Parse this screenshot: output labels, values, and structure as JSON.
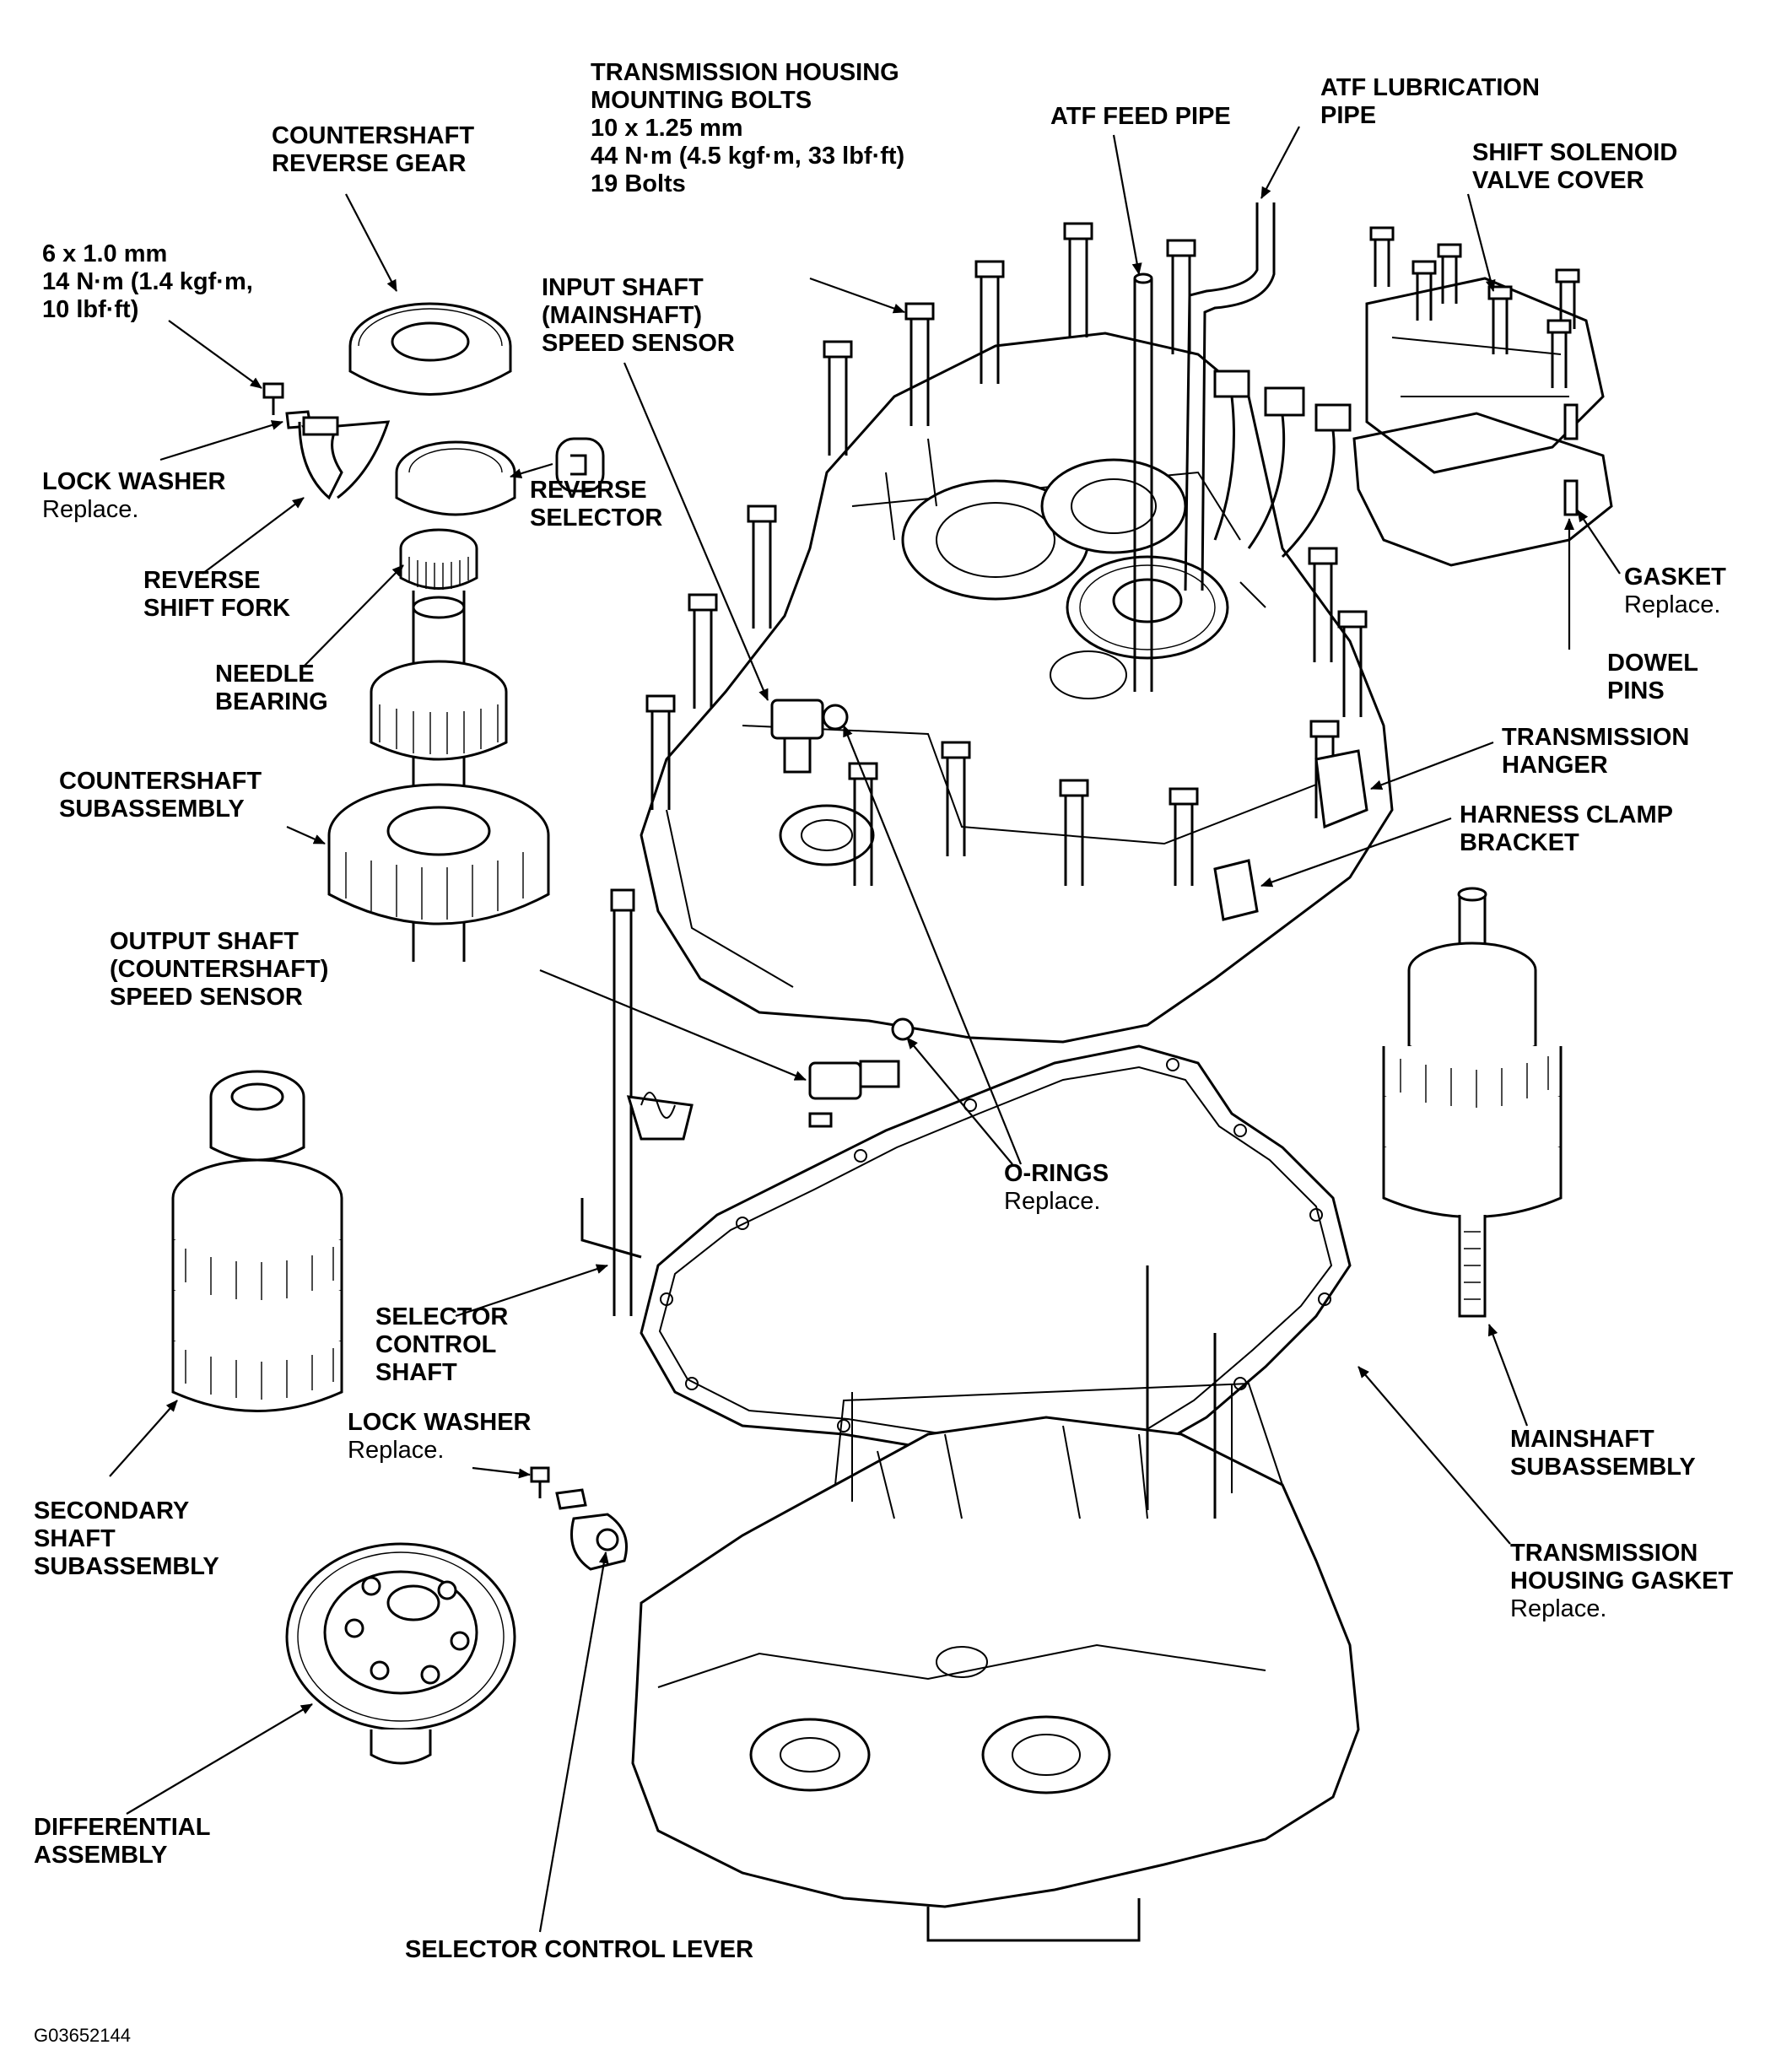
{
  "figure_id": "G03652144",
  "labels": {
    "housing_bolts": {
      "lines": [
        "TRANSMISSION HOUSING",
        "MOUNTING BOLTS",
        "10 x 1.25 mm",
        "44 N·m (4.5 kgf·m, 33 lbf·ft)",
        "19 Bolts"
      ]
    },
    "countershaft_reverse_gear": {
      "lines": [
        "COUNTERSHAFT",
        "REVERSE GEAR"
      ]
    },
    "small_bolt_spec": {
      "lines": [
        "6 x 1.0 mm",
        "14 N·m (1.4 kgf·m,",
        "10 lbf·ft)"
      ]
    },
    "input_shaft_sensor": {
      "lines": [
        "INPUT SHAFT",
        "(MAINSHAFT)",
        "SPEED SENSOR"
      ]
    },
    "atf_feed_pipe": {
      "lines": [
        "ATF FEED PIPE"
      ]
    },
    "atf_lubrication_pipe": {
      "lines": [
        "ATF LUBRICATION",
        "PIPE"
      ]
    },
    "shift_solenoid_cover": {
      "lines": [
        "SHIFT SOLENOID",
        "VALVE COVER"
      ]
    },
    "lock_washer_top": {
      "title": "LOCK WASHER",
      "note": "Replace."
    },
    "reverse_selector": {
      "lines": [
        "REVERSE",
        "SELECTOR"
      ]
    },
    "reverse_shift_fork": {
      "lines": [
        "REVERSE",
        "SHIFT FORK"
      ]
    },
    "needle_bearing": {
      "lines": [
        "NEEDLE",
        "BEARING"
      ]
    },
    "countershaft_subassembly": {
      "lines": [
        "COUNTERSHAFT",
        "SUBASSEMBLY"
      ]
    },
    "gasket": {
      "title": "GASKET",
      "note": "Replace."
    },
    "dowel_pins": {
      "lines": [
        "DOWEL",
        "PINS"
      ]
    },
    "transmission_hanger": {
      "lines": [
        "TRANSMISSION",
        "HANGER"
      ]
    },
    "harness_clamp_bracket": {
      "lines": [
        "HARNESS CLAMP",
        "BRACKET"
      ]
    },
    "output_shaft_sensor": {
      "lines": [
        "OUTPUT SHAFT",
        "(COUNTERSHAFT)",
        "SPEED SENSOR"
      ]
    },
    "o_rings": {
      "title": "O-RINGS",
      "note": "Replace."
    },
    "selector_control_shaft": {
      "lines": [
        "SELECTOR",
        "CONTROL",
        "SHAFT"
      ]
    },
    "lock_washer_bottom": {
      "title": "LOCK WASHER",
      "note": "Replace."
    },
    "mainshaft_subassembly": {
      "lines": [
        "MAINSHAFT",
        "SUBASSEMBLY"
      ]
    },
    "secondary_shaft_subassembly": {
      "lines": [
        "SECONDARY",
        "SHAFT",
        "SUBASSEMBLY"
      ]
    },
    "transmission_housing_gasket": {
      "lines": [
        "TRANSMISSION",
        "HOUSING GASKET"
      ],
      "note": "Replace."
    },
    "differential_assembly": {
      "lines": [
        "DIFFERENTIAL",
        "ASSEMBLY"
      ]
    },
    "selector_control_lever": {
      "lines": [
        "SELECTOR CONTROL LEVER"
      ]
    }
  }
}
